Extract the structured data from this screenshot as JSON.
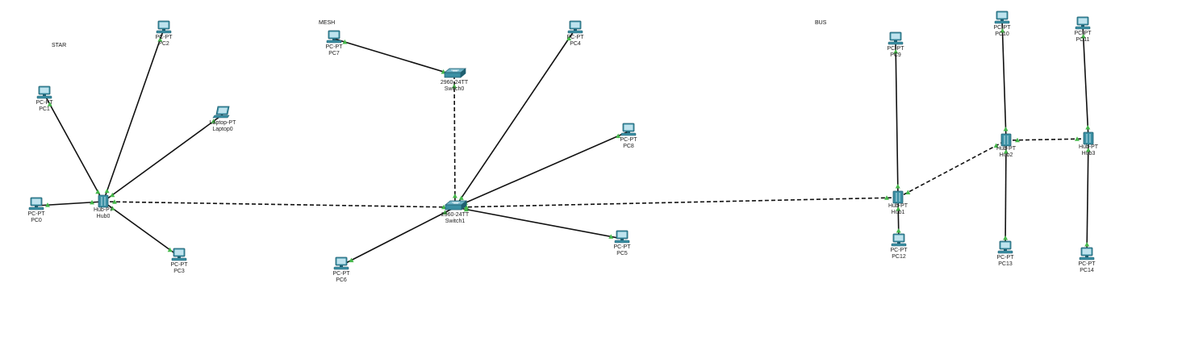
{
  "sections": [
    {
      "id": "star",
      "title": "STAR"
    },
    {
      "id": "mesh",
      "title": "MESH"
    },
    {
      "id": "bus",
      "title": "BUS"
    }
  ],
  "nodes": [
    {
      "id": "PC2",
      "kind": "pc",
      "type": "PC-PT",
      "name": "PC2"
    },
    {
      "id": "PC1",
      "kind": "pc",
      "type": "PC-PT",
      "name": "PC1"
    },
    {
      "id": "Laptop0",
      "kind": "laptop",
      "type": "Laptop-PT",
      "name": "Laptop0"
    },
    {
      "id": "Hub0",
      "kind": "hub",
      "type": "Hub-PT",
      "name": "Hub0"
    },
    {
      "id": "PC0",
      "kind": "pc",
      "type": "PC-PT",
      "name": "PC0"
    },
    {
      "id": "PC3",
      "kind": "pc",
      "type": "PC-PT",
      "name": "PC3"
    },
    {
      "id": "PC7",
      "kind": "pc",
      "type": "PC-PT",
      "name": "PC7"
    },
    {
      "id": "Switch0",
      "kind": "switch",
      "type": "2960-24TT",
      "name": "Switch0"
    },
    {
      "id": "PC4",
      "kind": "pc",
      "type": "PC-PT",
      "name": "PC4"
    },
    {
      "id": "PC8",
      "kind": "pc",
      "type": "PC-PT",
      "name": "PC8"
    },
    {
      "id": "Switch1",
      "kind": "switch",
      "type": "2960-24TT",
      "name": "Switch1"
    },
    {
      "id": "PC5",
      "kind": "pc",
      "type": "PC-PT",
      "name": "PC5"
    },
    {
      "id": "PC6",
      "kind": "pc",
      "type": "PC-PT",
      "name": "PC6"
    },
    {
      "id": "PC9",
      "kind": "pc",
      "type": "PC-PT",
      "name": "PC9"
    },
    {
      "id": "PC10",
      "kind": "pc",
      "type": "PC-PT",
      "name": "PC10"
    },
    {
      "id": "PC11",
      "kind": "pc",
      "type": "PC-PT",
      "name": "PC11"
    },
    {
      "id": "Hub1",
      "kind": "hub",
      "type": "Hub-PT",
      "name": "Hub1"
    },
    {
      "id": "Hub2",
      "kind": "hub",
      "type": "Hub-PT",
      "name": "Hub2"
    },
    {
      "id": "Hub3",
      "kind": "hub",
      "type": "Hub-PT",
      "name": "Hub3"
    },
    {
      "id": "PC12",
      "kind": "pc",
      "type": "PC-PT",
      "name": "PC12"
    },
    {
      "id": "PC13",
      "kind": "pc",
      "type": "PC-PT",
      "name": "PC13"
    },
    {
      "id": "PC14",
      "kind": "pc",
      "type": "PC-PT",
      "name": "PC14"
    }
  ],
  "links": [
    {
      "from": "PC2",
      "to": "Hub0",
      "style": "solid"
    },
    {
      "from": "PC1",
      "to": "Hub0",
      "style": "solid"
    },
    {
      "from": "Laptop0",
      "to": "Hub0",
      "style": "solid"
    },
    {
      "from": "PC0",
      "to": "Hub0",
      "style": "solid"
    },
    {
      "from": "PC3",
      "to": "Hub0",
      "style": "solid"
    },
    {
      "from": "Hub0",
      "to": "Switch1",
      "style": "dashed"
    },
    {
      "from": "PC7",
      "to": "Switch0",
      "style": "solid"
    },
    {
      "from": "Switch0",
      "to": "Switch1",
      "style": "dashed"
    },
    {
      "from": "PC4",
      "to": "Switch1",
      "style": "solid"
    },
    {
      "from": "PC8",
      "to": "Switch1",
      "style": "solid"
    },
    {
      "from": "PC5",
      "to": "Switch1",
      "style": "solid"
    },
    {
      "from": "PC6",
      "to": "Switch1",
      "style": "solid"
    },
    {
      "from": "Switch1",
      "to": "Hub1",
      "style": "dashed"
    },
    {
      "from": "PC9",
      "to": "Hub1",
      "style": "solid"
    },
    {
      "from": "PC12",
      "to": "Hub1",
      "style": "solid"
    },
    {
      "from": "Hub1",
      "to": "Hub2",
      "style": "dashed"
    },
    {
      "from": "PC10",
      "to": "Hub2",
      "style": "solid"
    },
    {
      "from": "PC13",
      "to": "Hub2",
      "style": "solid"
    },
    {
      "from": "Hub2",
      "to": "Hub3",
      "style": "dashed"
    },
    {
      "from": "PC11",
      "to": "Hub3",
      "style": "solid"
    },
    {
      "from": "PC14",
      "to": "Hub3",
      "style": "solid"
    }
  ],
  "colors": {
    "link": "#111111",
    "port_dot": "#45b84a",
    "device_teal": "#3b8fa3",
    "device_dark": "#1f5f70",
    "screen": "#bfe3ee"
  }
}
